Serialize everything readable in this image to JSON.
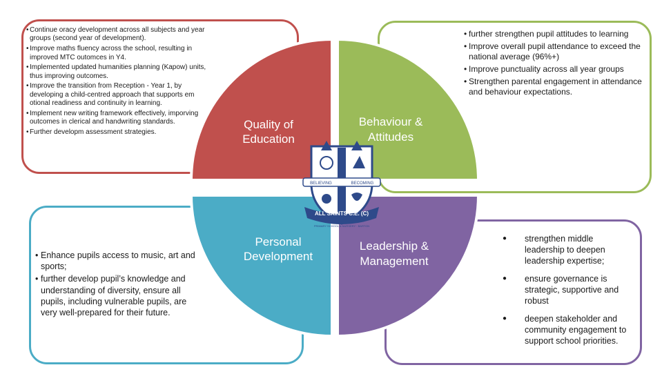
{
  "colors": {
    "quality": "#c0504d",
    "behaviour": "#9bbb59",
    "personal": "#4bacc6",
    "leadership": "#8064a2"
  },
  "quadrants": {
    "quality": {
      "line1": "Quality of",
      "line2": "Education"
    },
    "behaviour": {
      "line1": "Behaviour &",
      "line2": "Attitudes"
    },
    "personal": {
      "line1": "Personal",
      "line2": "Development"
    },
    "leadership": {
      "line1": "Leadership &",
      "line2": "Management"
    }
  },
  "quality_items": [
    "Continue oracy development across all subjects and year groups (second year of development).",
    "Improve maths fluency across the school, resulting in improved MTC outomces in Y4.",
    "Implemented updated humanities planning (Kapow) units, thus improving outcomes.",
    "Improve the transition from Reception - Year 1, by developing a child-centred approach that supports em otional readiness and continuity in learning.",
    "Implement new writing framework effectively, imporving outcomes in clerical and handwriting standards.",
    "Further developm assessment strategies."
  ],
  "behaviour_items": [
    "further strengthen pupil attitudes to learning",
    "Improve overall pupil attendance to exceed the national average (96%+)",
    "Improve punctuality across all year groups",
    "Strengthen parental engagement in attendance and behaviour expectations."
  ],
  "personal_items": [
    "Enhance pupils access to music, art and sports;",
    "further develop pupil’s knowledge and understanding of diversity, ensure all pupils, including vulnerable pupils, are very well-prepared for their future."
  ],
  "leadership_items": [
    "strengthen middle leadership to deepen leadership expertise;",
    "ensure governance is strategic, supportive and robust",
    "deepen stakeholder and community engagement to support school priorities."
  ],
  "crest": {
    "banner_left": "BELIEVING",
    "banner_right": "BECOMING",
    "school_name": "ALL SAINTS C.E. (C)",
    "sub_line": "PRIMARY SCHOOL & NURSERY · BARTON"
  }
}
